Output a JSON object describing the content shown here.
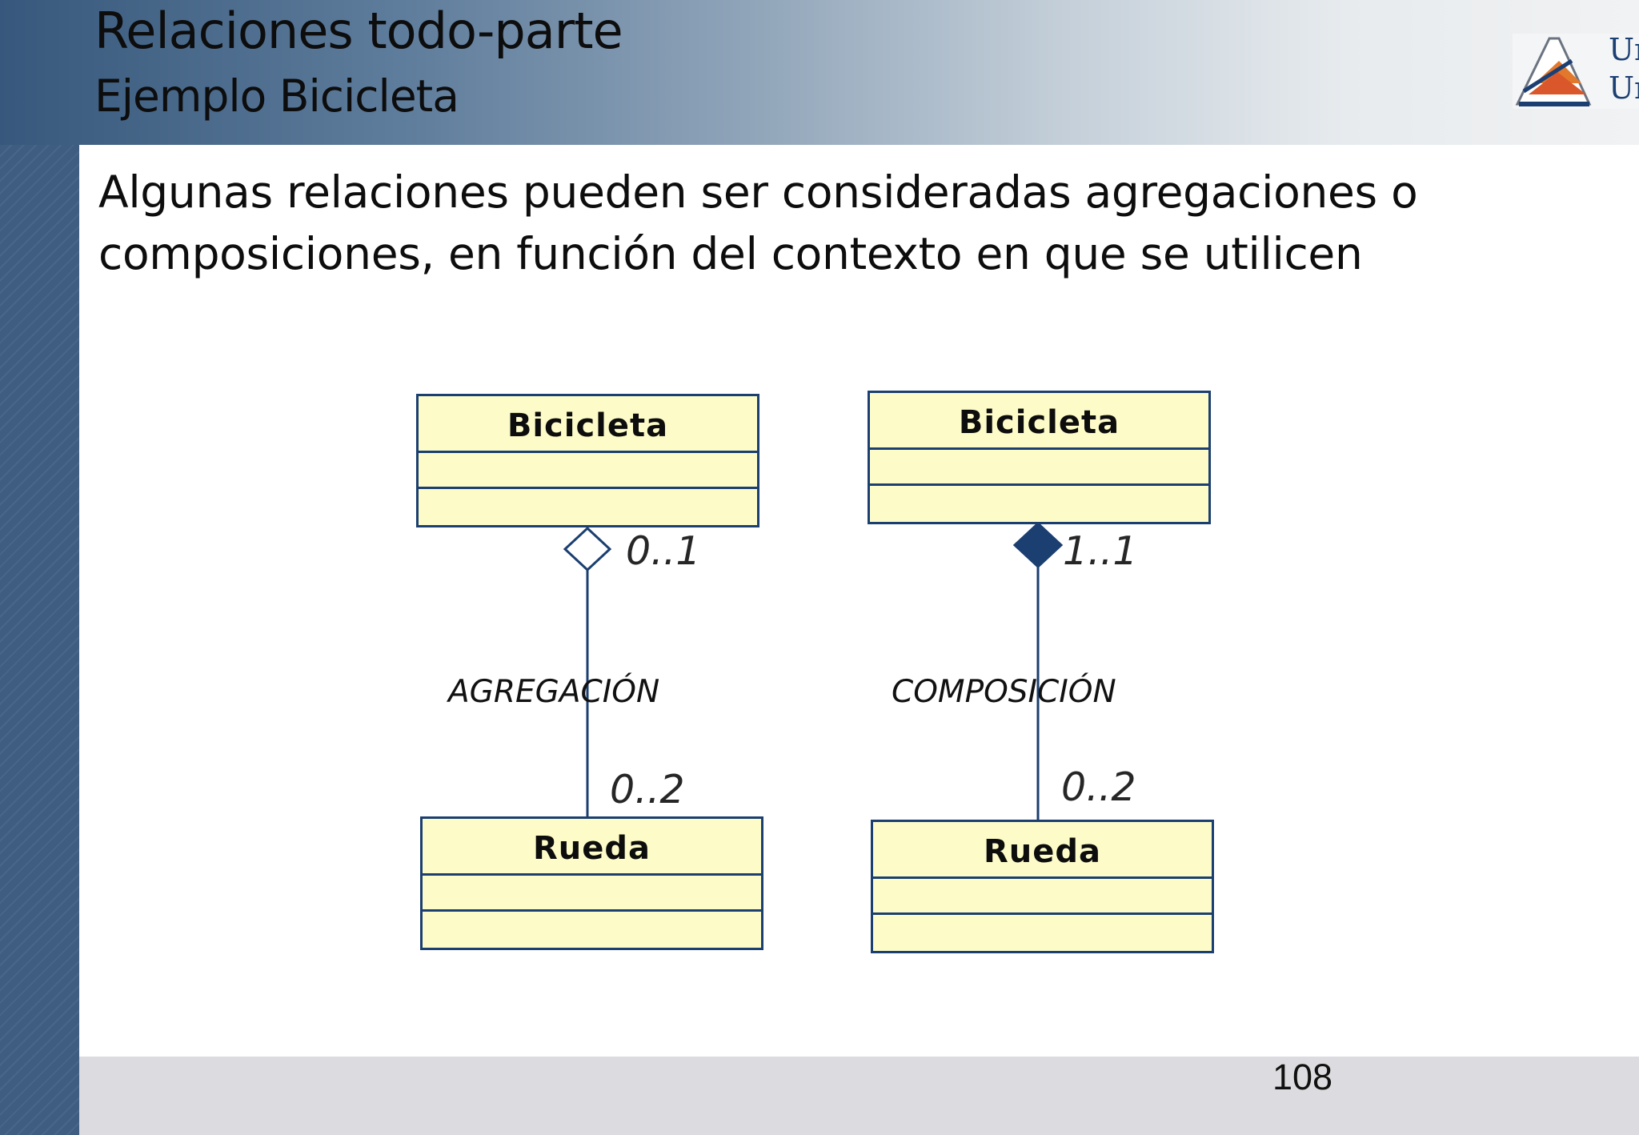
{
  "slide": {
    "title": "Relaciones todo-parte",
    "subtitle": "Ejemplo Bicicleta",
    "body": "Algunas relaciones pueden ser consideradas agregaciones o composiciones, en función del contexto en que se utilicen",
    "page_number": "108",
    "logo_text_1": "Ur",
    "logo_text_2": "Ur"
  },
  "diagram": {
    "aggregation": {
      "whole_class": "Bicicleta",
      "part_class": "Rueda",
      "whole_multiplicity": "0..1",
      "part_multiplicity": "0..2",
      "label": "AGREGACIÓN",
      "diamond": "hollow"
    },
    "composition": {
      "whole_class": "Bicicleta",
      "part_class": "Rueda",
      "whole_multiplicity": "1..1",
      "part_multiplicity": "0..2",
      "label": "COMPOSICIÓN",
      "diamond": "filled"
    }
  },
  "colors": {
    "class_fill": "#fdfcc9",
    "class_border": "#1b3f70",
    "composition_diamond": "#1b3f70",
    "sidebar": "#3e5d80",
    "footer": "#dcdbdf"
  }
}
